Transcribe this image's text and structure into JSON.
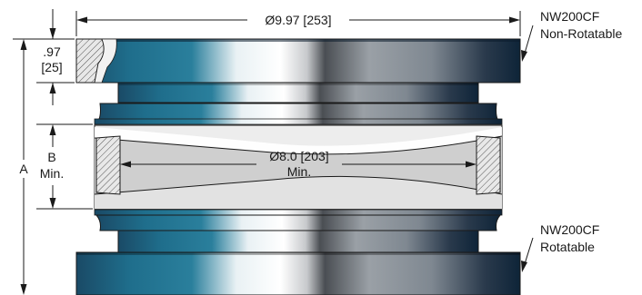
{
  "dimensions": {
    "outer_diameter": "Ø9.97 [253]",
    "flange_thickness_in": ".97",
    "flange_thickness_mm": "[25]",
    "overall_height": "A",
    "bellows_length_line1": "B",
    "bellows_length_line2": "Min.",
    "inner_diameter_line1": "Ø8.0 [203]",
    "inner_diameter_line2": "Min."
  },
  "callouts": {
    "top_flange_line1": "NW200CF",
    "top_flange_line2": "Non-Rotatable",
    "bottom_flange_line1": "NW200CF",
    "bottom_flange_line2": "Rotatable"
  },
  "colors": {
    "metal_dark": "#0e2438",
    "metal_teal": "#1f6e8c",
    "metal_light": "#ffffff",
    "bellows_gray": "#d2d2d2",
    "line": "#1a1a1a"
  }
}
